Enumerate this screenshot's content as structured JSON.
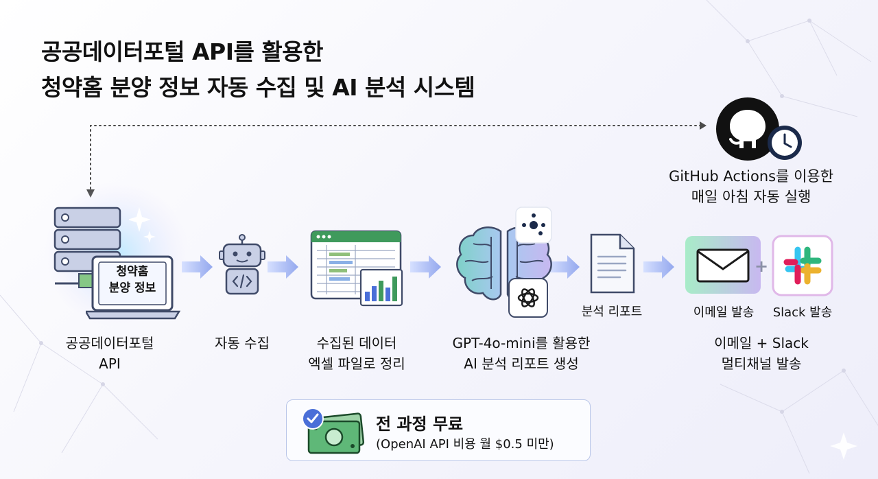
{
  "title": {
    "line1": "공공데이터포털 API를 활용한",
    "line2": "청약홈 분양 정보 자동 수집 및 AI 분석 시스템"
  },
  "scheduler": {
    "line1": "GitHub Actions를 이용한",
    "line2": "매일 아침 자동 실행",
    "icons": [
      "github-icon",
      "clock-icon"
    ]
  },
  "laptop_screen": {
    "line1": "청약홈",
    "line2": "분양 정보"
  },
  "steps": [
    {
      "id": "api",
      "line1": "공공데이터포털",
      "line2": "API",
      "icon": "server-laptop-icon"
    },
    {
      "id": "collect",
      "line1": "자동 수집",
      "line2": "",
      "icon": "robot-icon"
    },
    {
      "id": "excel",
      "line1": "수집된 데이터",
      "line2": "엑셀 파일로 정리",
      "icon": "spreadsheet-icon"
    },
    {
      "id": "ai",
      "line1": "GPT-4o-mini를 활용한",
      "line2": "AI 분석 리포트 생성",
      "icon": "brain-icon"
    },
    {
      "id": "send",
      "line1": "이메일 + Slack",
      "line2": "멀티채널 발송",
      "icon": "mail-slack-icon"
    }
  ],
  "report_label": "분석 리포트",
  "email_label": "이메일 발송",
  "slack_label": "Slack 발송",
  "plus_sign": "+",
  "free": {
    "title": "전 과정 무료",
    "subtitle": "(OpenAI API 비용 월 $0.5 미만)"
  },
  "colors": {
    "arrow": "#9fb2f0",
    "spreadsheet_header": "#3f9a5c",
    "money": "#2f8f4f",
    "check": "#4a6fd8",
    "slack": [
      "#36c5f0",
      "#2eb67d",
      "#ecb22e",
      "#e01e5a"
    ]
  }
}
